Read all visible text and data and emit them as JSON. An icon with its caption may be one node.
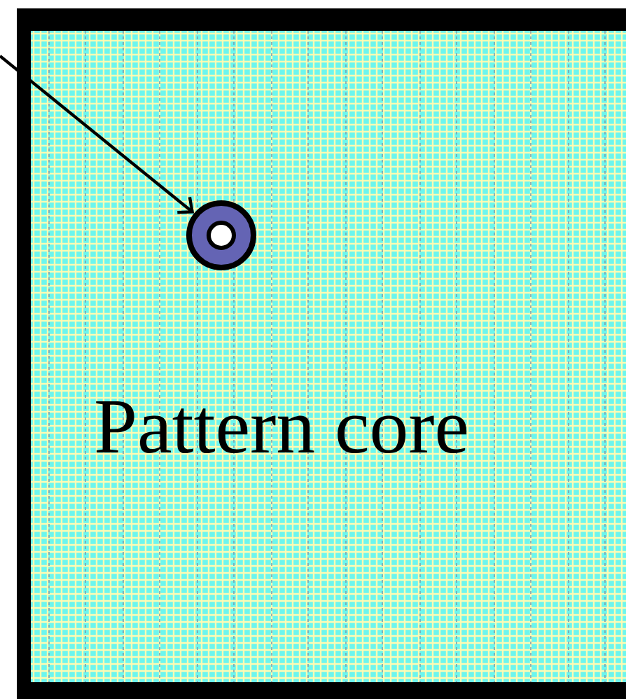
{
  "diagram": {
    "nodes": [
      {
        "text": [
          "Pattern core"
        ]
      },
      {
        "text": [],
        "shape": "circle",
        "in": 0
      }
    ],
    "edges": [
      {
        "from": null,
        "to": 1,
        "arrow": "to"
      }
    ]
  }
}
